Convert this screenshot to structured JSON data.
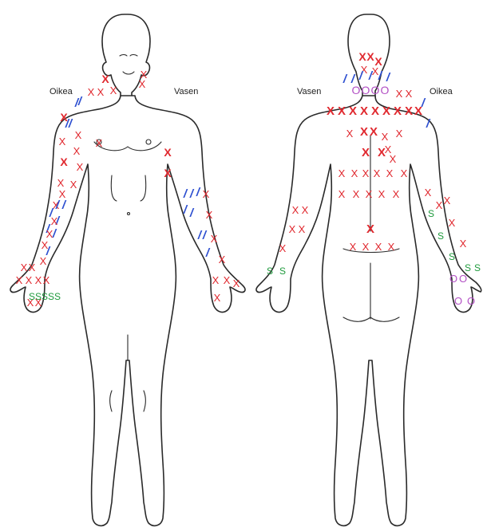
{
  "labels": {
    "front_right": "Oikea",
    "front_left": "Vasen",
    "back_left": "Vasen",
    "back_right": "Oikea"
  },
  "symbols": {
    "x": "X",
    "s": "S",
    "o": "O",
    "slash": "/"
  },
  "colors": {
    "x": "#e0282e",
    "slash": "#2d4fd0",
    "s": "#1e9a3c",
    "o": "#b24fc4",
    "outline": "#2a2a2a"
  }
}
